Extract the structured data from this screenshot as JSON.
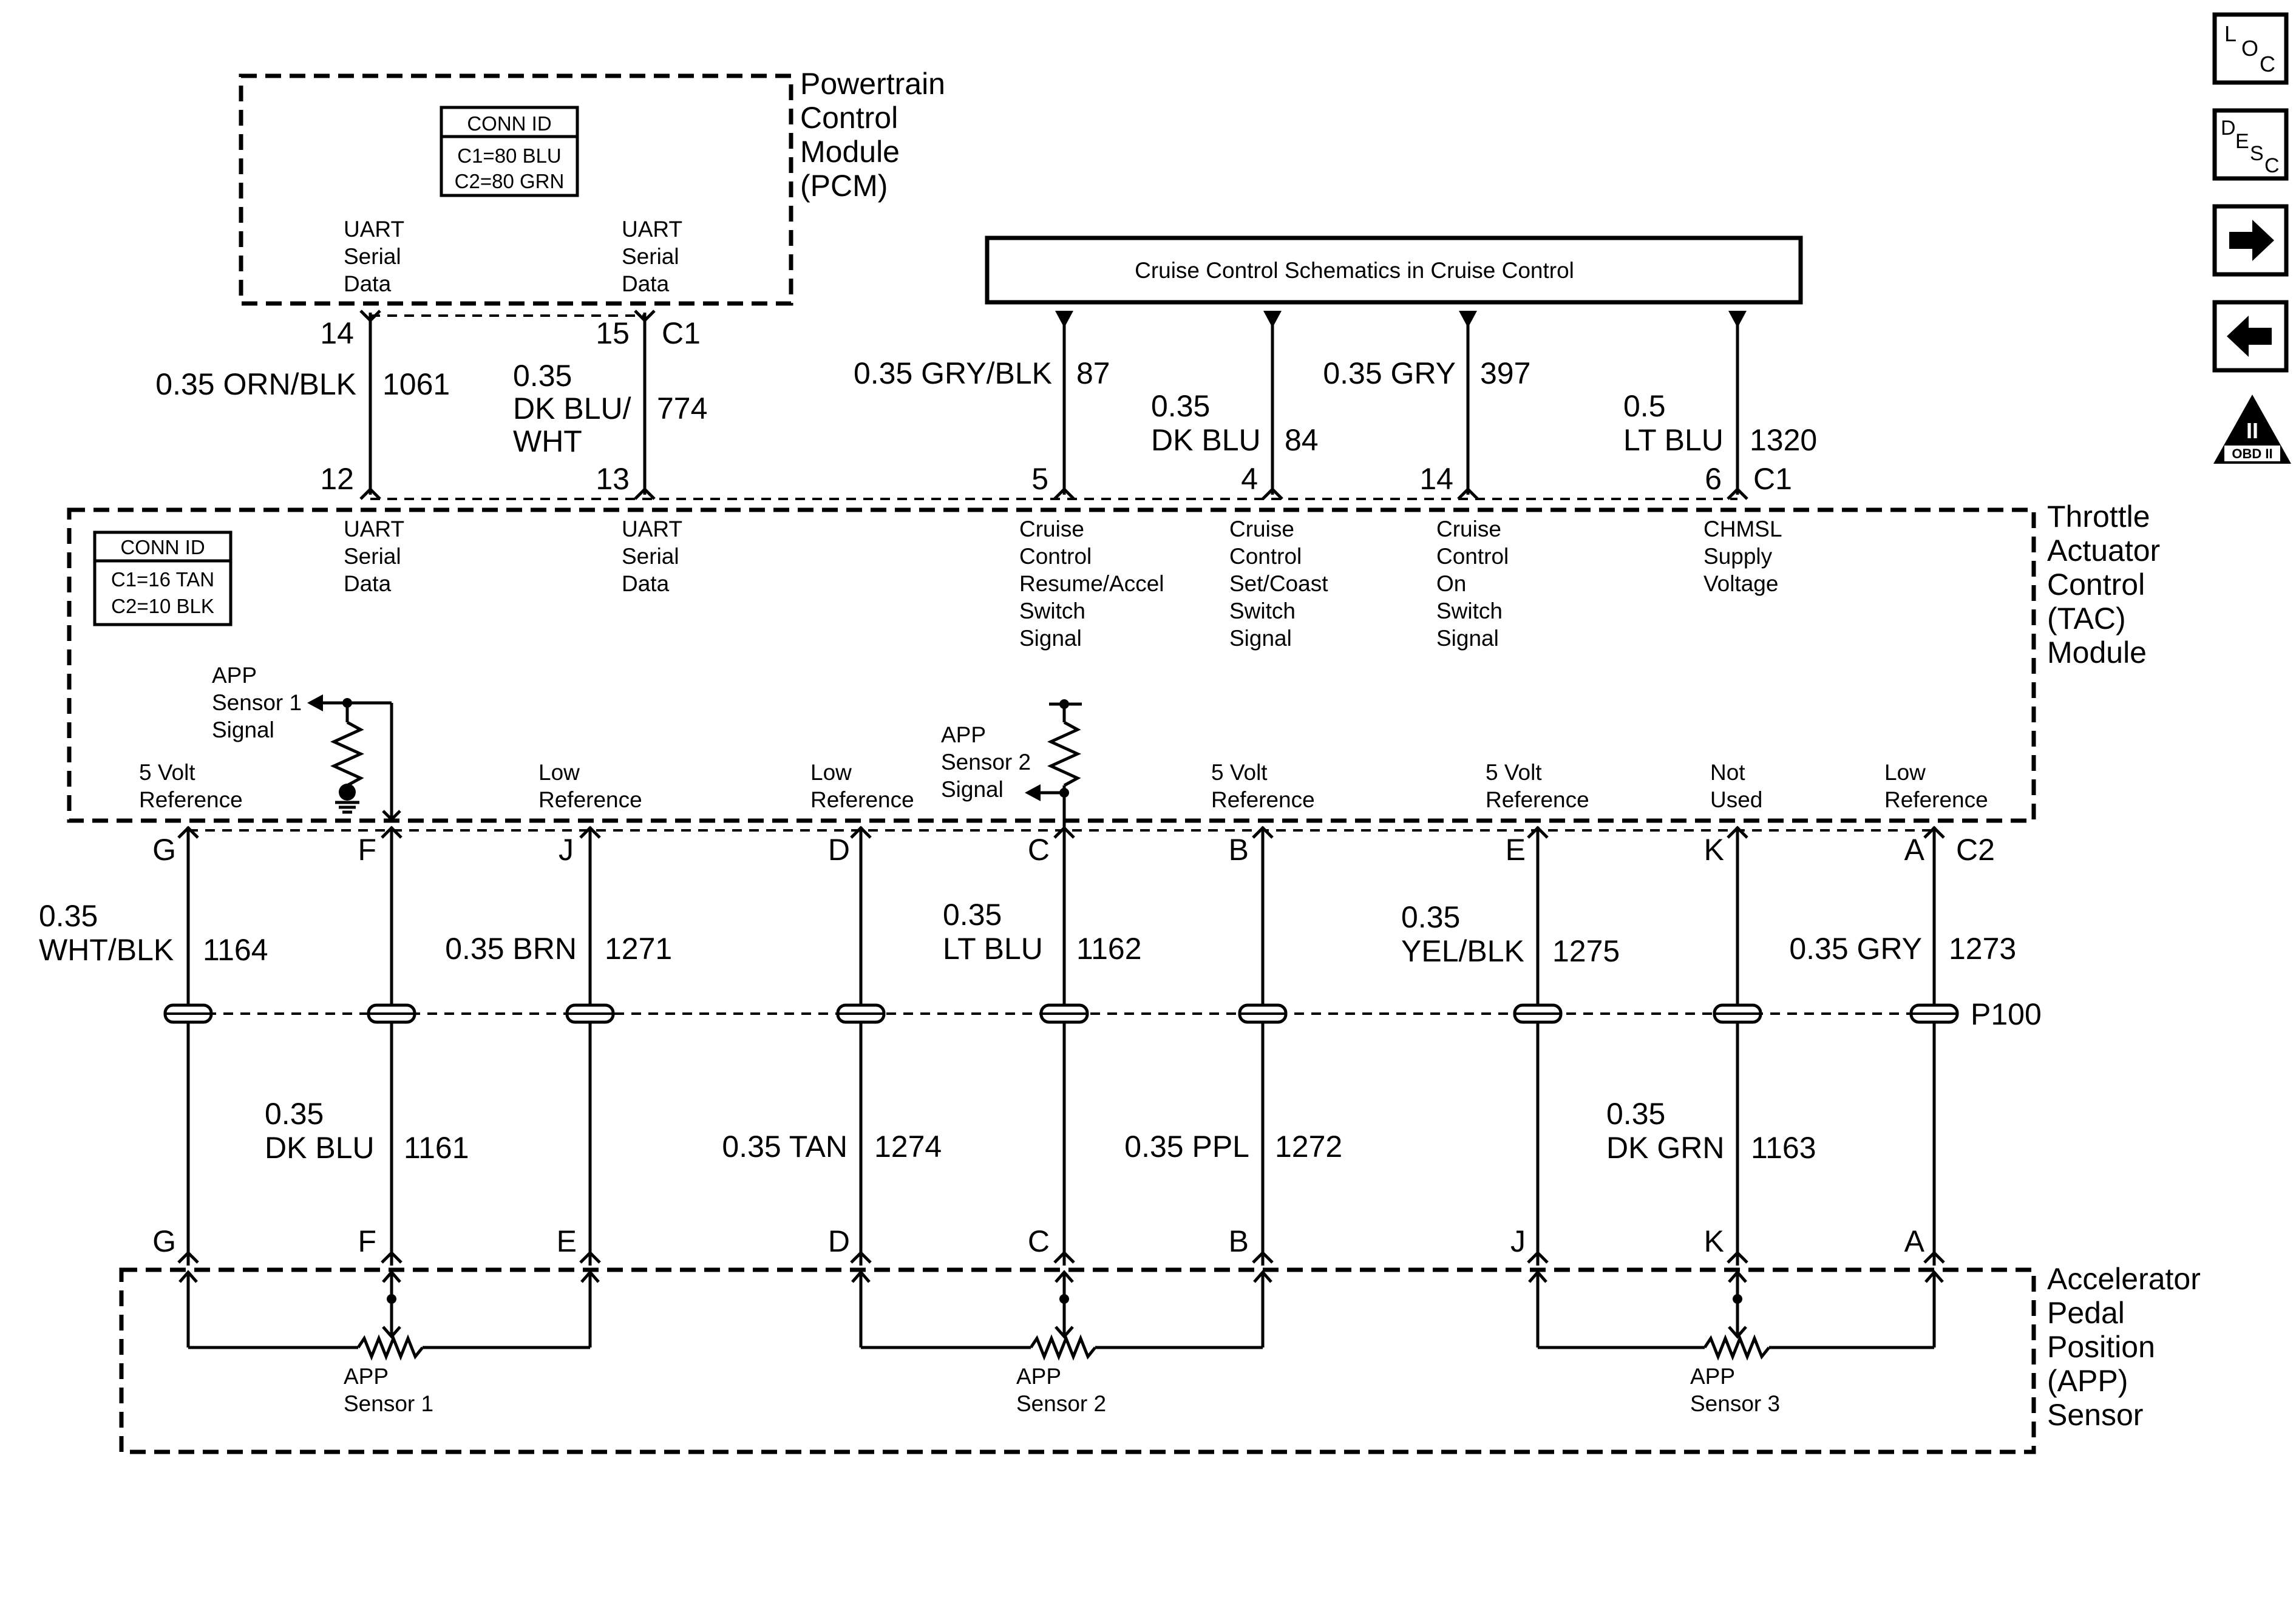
{
  "pcm": {
    "title": [
      "Powertrain",
      "Control",
      "Module",
      "(PCM)"
    ],
    "conn_id": {
      "header": "CONN ID",
      "lines": [
        "C1=80 BLU",
        "C2=80 GRN"
      ]
    },
    "pins": [
      {
        "label": [
          "UART",
          "Serial",
          "Data"
        ],
        "pin": "14"
      },
      {
        "label": [
          "UART",
          "Serial",
          "Data"
        ],
        "pin": "15",
        "conn": "C1"
      }
    ]
  },
  "cruise": {
    "label": "Cruise Control Schematics in Cruise Control"
  },
  "upper_wires": [
    {
      "size_color": [
        "0.35 ORN/BLK"
      ],
      "circuit": "1061",
      "tac_pin": "12"
    },
    {
      "size_color": [
        "0.35",
        "DK BLU/",
        "WHT"
      ],
      "circuit": "774",
      "tac_pin": "13"
    },
    {
      "size_color": [
        "0.35 GRY/BLK"
      ],
      "circuit": "87",
      "tac_pin": "5"
    },
    {
      "size_color": [
        "0.35",
        "DK BLU"
      ],
      "circuit": "84",
      "tac_pin": "4"
    },
    {
      "size_color": [
        "0.35 GRY"
      ],
      "circuit": "397",
      "tac_pin": "14"
    },
    {
      "size_color": [
        "0.5",
        "LT BLU"
      ],
      "circuit": "1320",
      "tac_pin": "6",
      "conn": "C1"
    }
  ],
  "tac": {
    "title": [
      "Throttle",
      "Actuator",
      "Control",
      "(TAC)",
      "Module"
    ],
    "conn_id": {
      "header": "CONN ID",
      "lines": [
        "C1=16 TAN",
        "C2=10 BLK"
      ]
    },
    "top_labels": [
      [
        "UART",
        "Serial",
        "Data"
      ],
      [
        "UART",
        "Serial",
        "Data"
      ],
      [
        "Cruise",
        "Control",
        "Resume/Accel",
        "Switch",
        "Signal"
      ],
      [
        "Cruise",
        "Control",
        "Set/Coast",
        "Switch",
        "Signal"
      ],
      [
        "Cruise",
        "Control",
        "On",
        "Switch",
        "Signal"
      ],
      [
        "CHMSL",
        "Supply",
        "Voltage"
      ]
    ],
    "app1_signal": [
      "APP",
      "Sensor 1",
      "Signal"
    ],
    "app2_signal": [
      "APP",
      "Sensor 2",
      "Signal"
    ],
    "bottom_labels": [
      [
        "5 Volt",
        "Reference"
      ],
      [
        "Low",
        "Reference"
      ],
      [
        "Low",
        "Reference"
      ],
      [
        "5 Volt",
        "Reference"
      ],
      [
        "5 Volt",
        "Reference"
      ],
      [
        "Not",
        "Used"
      ],
      [
        "Low",
        "Reference"
      ]
    ],
    "c2_pins": [
      "G",
      "F",
      "J",
      "D",
      "C",
      "B",
      "E",
      "K",
      "A"
    ],
    "c2_conn": "C2"
  },
  "mid_wires": [
    {
      "size_color": [
        "0.35",
        "WHT/BLK"
      ],
      "circuit": "1164"
    },
    {
      "size_color": [
        "0.35 BRN"
      ],
      "circuit": "1271"
    },
    {
      "size_color": [
        "0.35",
        "LT BLU"
      ],
      "circuit": "1162"
    },
    {
      "size_color": [
        "0.35",
        "YEL/BLK"
      ],
      "circuit": "1275"
    },
    {
      "size_color": [
        "0.35 GRY"
      ],
      "circuit": "1273"
    }
  ],
  "inline_connector": "P100",
  "low_wires": [
    {
      "size_color": [
        "0.35",
        "DK BLU"
      ],
      "circuit": "1161"
    },
    {
      "size_color": [
        "0.35 TAN"
      ],
      "circuit": "1274"
    },
    {
      "size_color": [
        "0.35 PPL"
      ],
      "circuit": "1272"
    },
    {
      "size_color": [
        "0.35",
        "DK GRN"
      ],
      "circuit": "1163"
    }
  ],
  "app": {
    "title": [
      "Accelerator",
      "Pedal",
      "Position",
      "(APP)",
      "Sensor"
    ],
    "pins": [
      "G",
      "F",
      "E",
      "D",
      "C",
      "B",
      "J",
      "K",
      "A"
    ],
    "sensors": [
      [
        "APP",
        "Sensor 1"
      ],
      [
        "APP",
        "Sensor 2"
      ],
      [
        "APP",
        "Sensor 3"
      ]
    ]
  },
  "nav": {
    "loc": [
      "L",
      "O",
      "C"
    ],
    "desc": [
      "D",
      "E",
      "S",
      "C"
    ],
    "obd": "OBD II",
    "obd_num": "II"
  }
}
